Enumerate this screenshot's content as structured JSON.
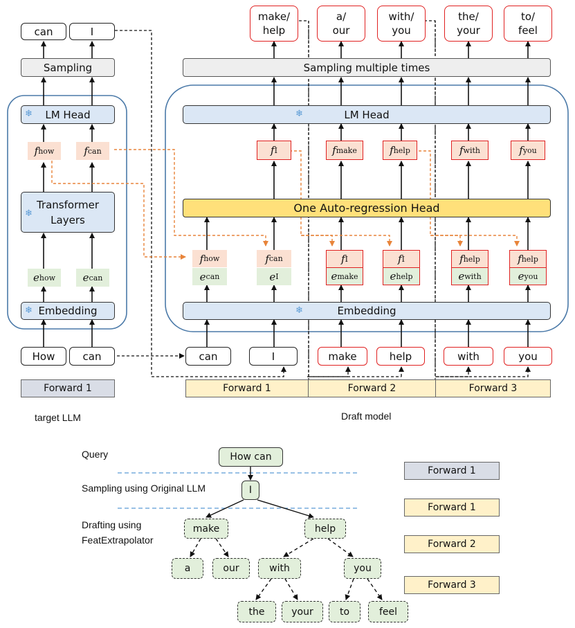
{
  "target_llm": {
    "caption": "target LLM",
    "outputs": [
      "can",
      "I"
    ],
    "sampling": "Sampling",
    "lm_head": "LM Head",
    "features": [
      {
        "sym": "f",
        "sub": "how"
      },
      {
        "sym": "f",
        "sub": "can"
      }
    ],
    "transformer": [
      "Transformer",
      "Layers"
    ],
    "embeddings": [
      {
        "sym": "e",
        "sub": "how"
      },
      {
        "sym": "e",
        "sub": "can"
      }
    ],
    "embedding": "Embedding",
    "inputs": [
      "How",
      "can"
    ],
    "forward": "Forward 1"
  },
  "draft_model": {
    "caption": "Draft model",
    "outputs": [
      [
        "make/",
        "help"
      ],
      [
        "a/",
        "our"
      ],
      [
        "with/",
        "you"
      ],
      [
        "the/",
        "your"
      ],
      [
        "to/",
        "feel"
      ]
    ],
    "sampling": "Sampling multiple times",
    "lm_head": "LM Head",
    "features_out": [
      {
        "sym": "f",
        "sub": "I"
      },
      {
        "sym": "f",
        "sub": "make"
      },
      {
        "sym": "f",
        "sub": "help"
      },
      {
        "sym": "f",
        "sub": "with"
      },
      {
        "sym": "f",
        "sub": "you"
      }
    ],
    "ar_head": "One Auto-regression Head",
    "input_features": [
      {
        "sym": "f",
        "sub": "how"
      },
      {
        "sym": "f",
        "sub": "can"
      },
      {
        "sym": "f",
        "sub": "I"
      },
      {
        "sym": "f",
        "sub": "I"
      },
      {
        "sym": "f",
        "sub": "help"
      },
      {
        "sym": "f",
        "sub": "help"
      }
    ],
    "input_embeddings": [
      {
        "sym": "e",
        "sub": "can"
      },
      {
        "sym": "e",
        "sub": "I"
      },
      {
        "sym": "e",
        "sub": "make"
      },
      {
        "sym": "e",
        "sub": "help"
      },
      {
        "sym": "e",
        "sub": "with"
      },
      {
        "sym": "e",
        "sub": "you"
      }
    ],
    "embedding": "Embedding",
    "inputs": [
      "can",
      "I",
      "make",
      "help",
      "with",
      "you"
    ],
    "forwards": [
      "Forward 1",
      "Forward 2",
      "Forward 3"
    ]
  },
  "tree": {
    "rows": [
      "Query",
      "Sampling using Original LLM",
      "Drafting using",
      "FeatExtrapolator"
    ],
    "root": "How can",
    "level1": "I",
    "level2": [
      "make",
      "help"
    ],
    "level3": [
      "a",
      "our",
      "with",
      "you"
    ],
    "level4": [
      "the",
      "your",
      "to",
      "feel"
    ],
    "legend": [
      "Forward 1",
      "Forward 1",
      "Forward 2",
      "Forward 3"
    ]
  },
  "colors": {
    "arrow_orange": "#e8843a",
    "red_border": "#e02020",
    "blue_block": "#dbe7f5",
    "yellow_block": "#ffe07a",
    "container": "#4a79a8"
  }
}
